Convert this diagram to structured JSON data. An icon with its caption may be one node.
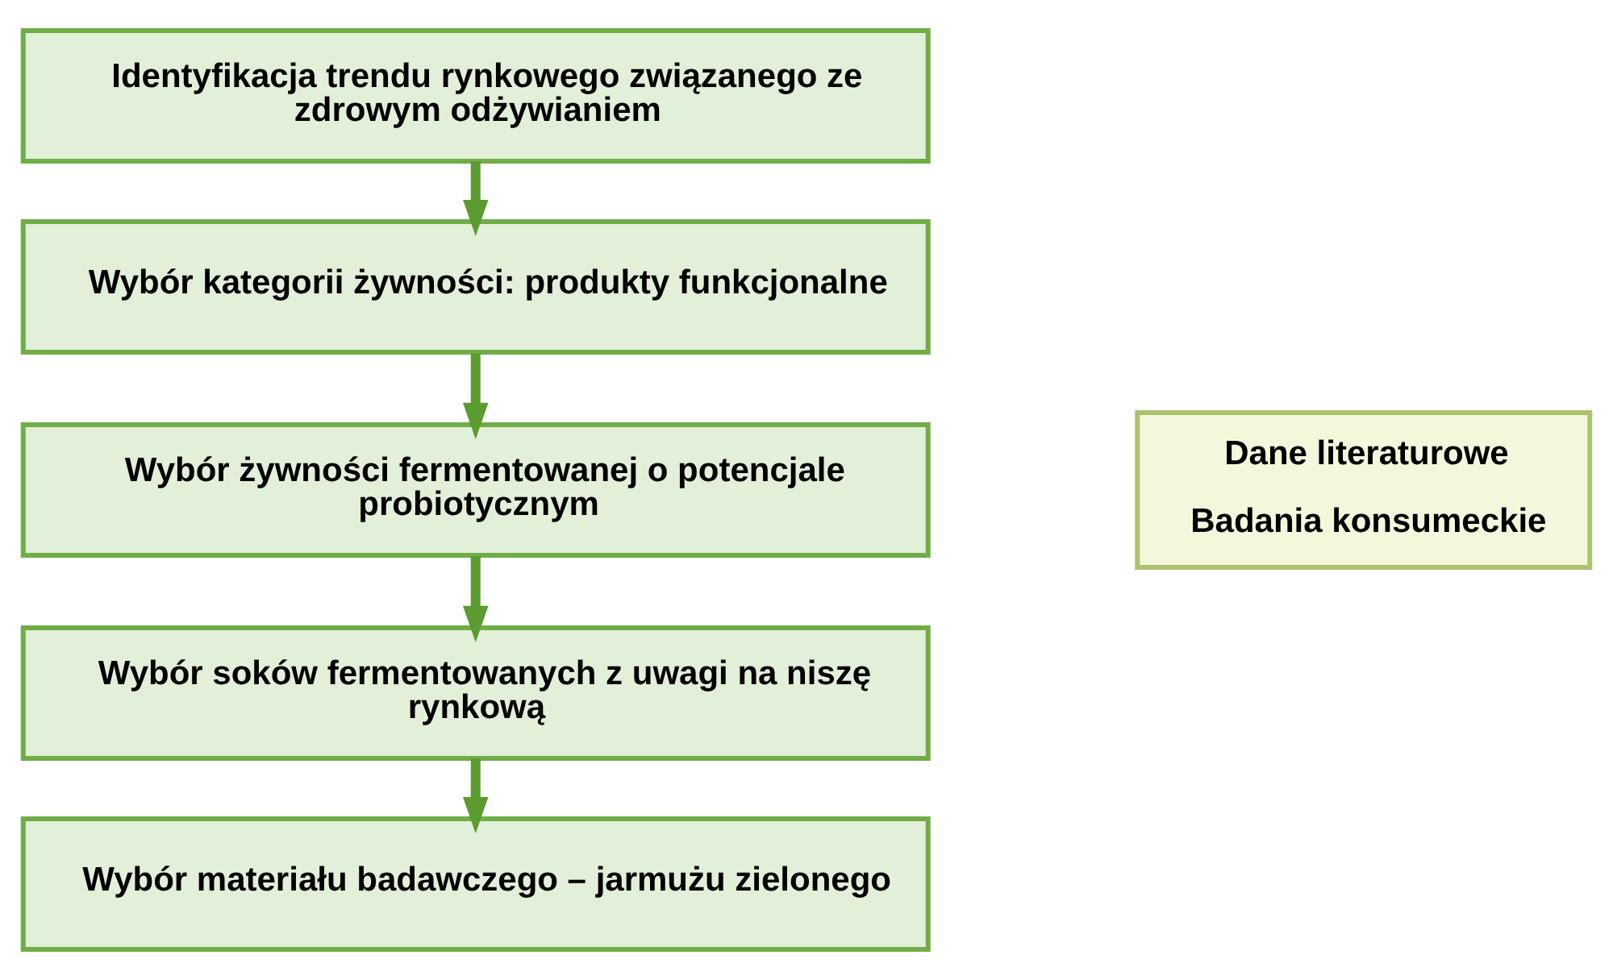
{
  "diagram": {
    "nodes": [
      {
        "text": [
          "Identyfikacja trendu rynkowego związanego ze zdrowym odżywianiem"
        ]
      },
      {
        "text": [
          "Wybór kategorii żywności: produkty funkcjonalne"
        ]
      },
      {
        "text": [
          "Wybór żywności fermentowanej o potencjale probiotycznym"
        ]
      },
      {
        "text": [
          "Wybór soków fermentowanych z uwagi na niszę rynkową"
        ]
      },
      {
        "text": [
          "Wybór materiału badawczego – jarmużu zielonego"
        ]
      },
      {
        "text": [
          "Dane literaturowe",
          "Badania konsumeckie"
        ]
      }
    ],
    "edges": [
      {
        "from": 0,
        "to": 1,
        "arrow": "to"
      },
      {
        "from": 1,
        "to": 2,
        "arrow": "to"
      },
      {
        "from": 2,
        "to": 3,
        "arrow": "to"
      },
      {
        "from": 3,
        "to": 4,
        "arrow": "to"
      }
    ]
  }
}
